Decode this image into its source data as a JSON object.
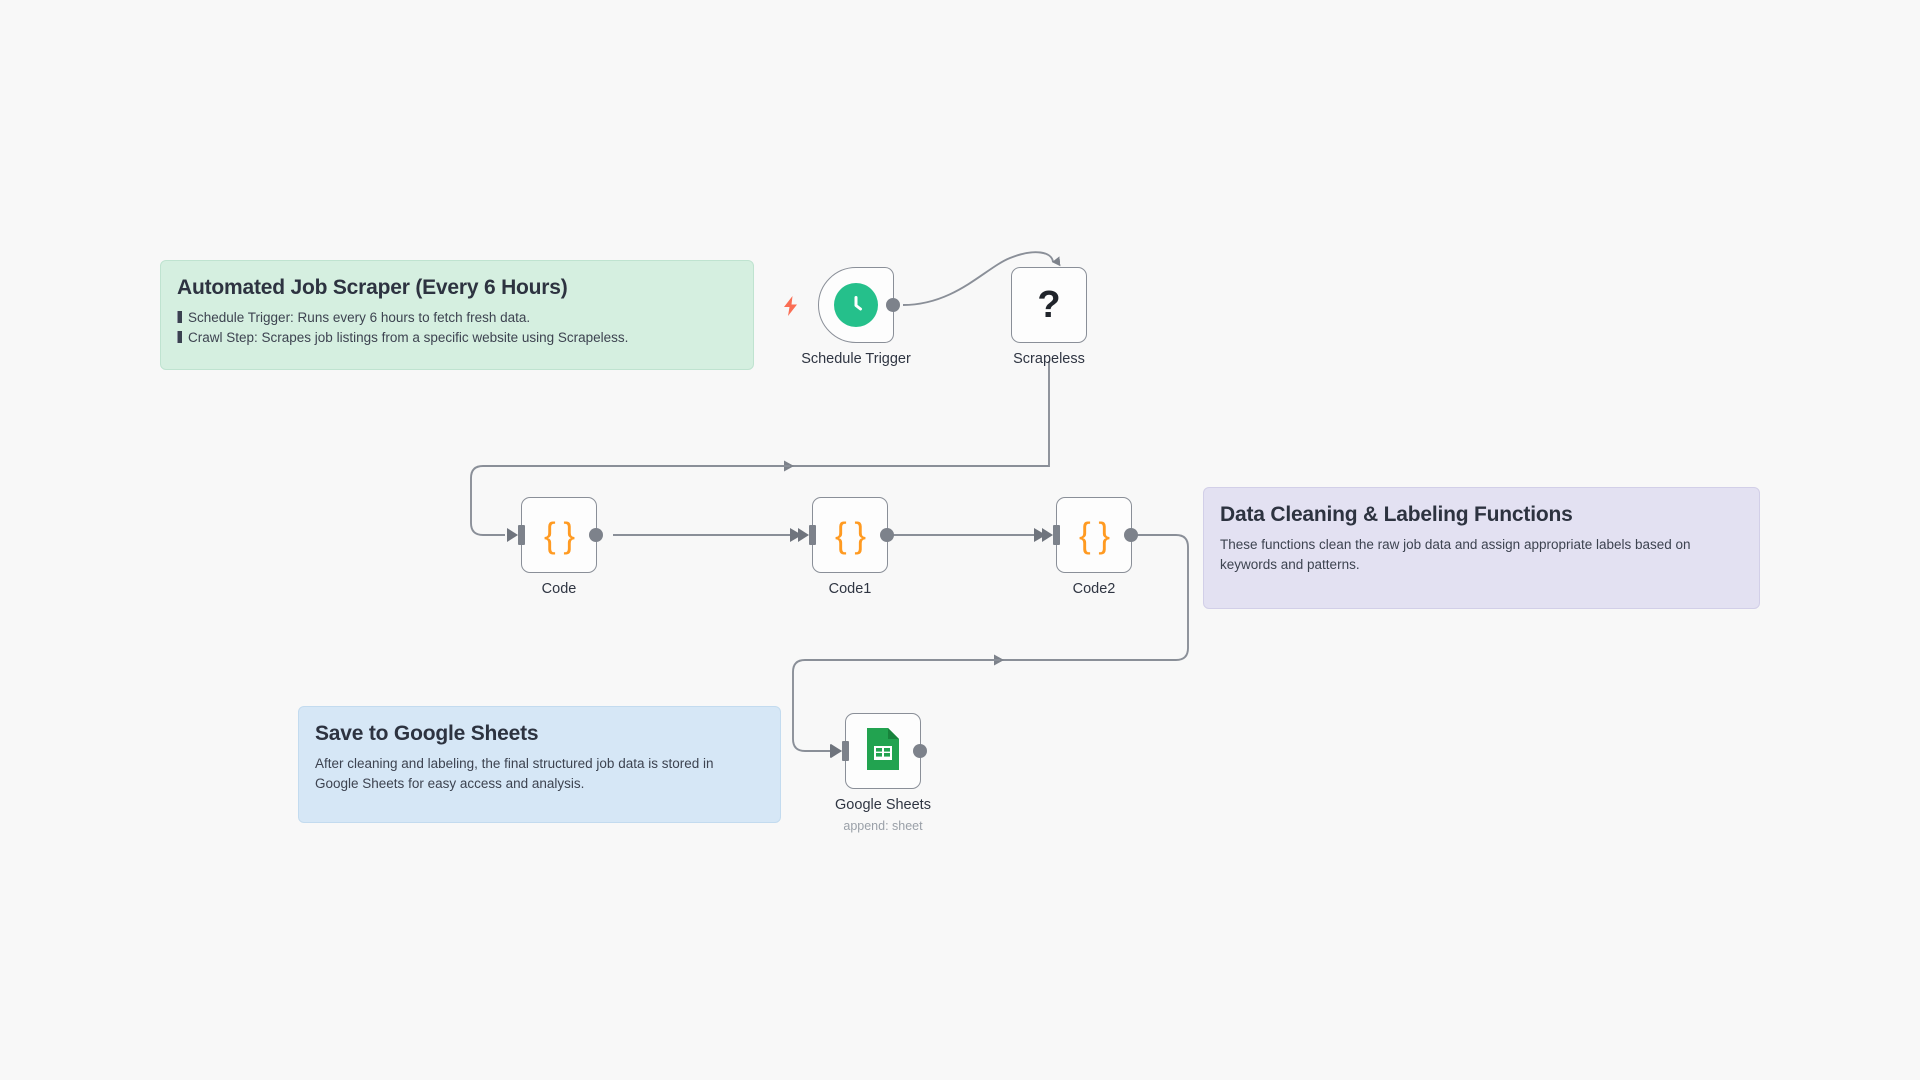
{
  "canvas": {
    "background": "#f8f8f8",
    "accent_orange": "#ff9a21",
    "accent_green": "#25c08b",
    "accent_bolt": "#fa6e54",
    "connector_color": "#8a8f98"
  },
  "notes": [
    {
      "id": "note-automated-job-scraper",
      "color": "green",
      "color_hex": "#d5efe0",
      "title": "Automated Job Scraper (Every 6 Hours)",
      "lines": [
        "Schedule Trigger: Runs every 6 hours to fetch fresh data.",
        "Crawl Step: Scrapes job listings from a specific website using Scrapeless."
      ]
    },
    {
      "id": "note-data-cleaning",
      "color": "purple",
      "color_hex": "#e3e1f2",
      "title": "Data Cleaning & Labeling Functions",
      "body": "These functions clean the raw job data and assign appropriate labels based on keywords and patterns."
    },
    {
      "id": "note-save-google-sheets",
      "color": "blue",
      "color_hex": "#d6e7f6",
      "title": "Save to Google Sheets",
      "body": "After cleaning and labeling, the final structured job data is stored in Google Sheets for easy access and analysis."
    }
  ],
  "nodes": [
    {
      "id": "schedule-trigger",
      "label": "Schedule Trigger",
      "sublabel": "",
      "icon": "clock-icon",
      "shape": "trigger",
      "has_bolt": true,
      "bolt_icon": "lightning-bolt-icon",
      "has_input": false,
      "has_output": true
    },
    {
      "id": "scrapeless",
      "label": "Scrapeless",
      "sublabel": "",
      "icon": "question-mark-icon",
      "shape": "square",
      "has_bolt": false,
      "has_input": false,
      "has_output": false
    },
    {
      "id": "code",
      "label": "Code",
      "sublabel": "",
      "icon": "code-braces-icon",
      "shape": "square",
      "has_bolt": false,
      "has_input": true,
      "has_output": true
    },
    {
      "id": "code1",
      "label": "Code1",
      "sublabel": "",
      "icon": "code-braces-icon",
      "shape": "square",
      "has_bolt": false,
      "has_input": true,
      "has_output": true
    },
    {
      "id": "code2",
      "label": "Code2",
      "sublabel": "",
      "icon": "code-braces-icon",
      "shape": "square",
      "has_bolt": false,
      "has_input": true,
      "has_output": true
    },
    {
      "id": "google-sheets",
      "label": "Google Sheets",
      "sublabel": "append: sheet",
      "icon": "google-sheets-icon",
      "shape": "square",
      "has_bolt": false,
      "has_input": true,
      "has_output": true
    }
  ],
  "connections": [
    {
      "from": "schedule-trigger",
      "to": "scrapeless"
    },
    {
      "from": "scrapeless",
      "to": "code"
    },
    {
      "from": "code",
      "to": "code1"
    },
    {
      "from": "code1",
      "to": "code2"
    },
    {
      "from": "code2",
      "to": "google-sheets"
    }
  ]
}
